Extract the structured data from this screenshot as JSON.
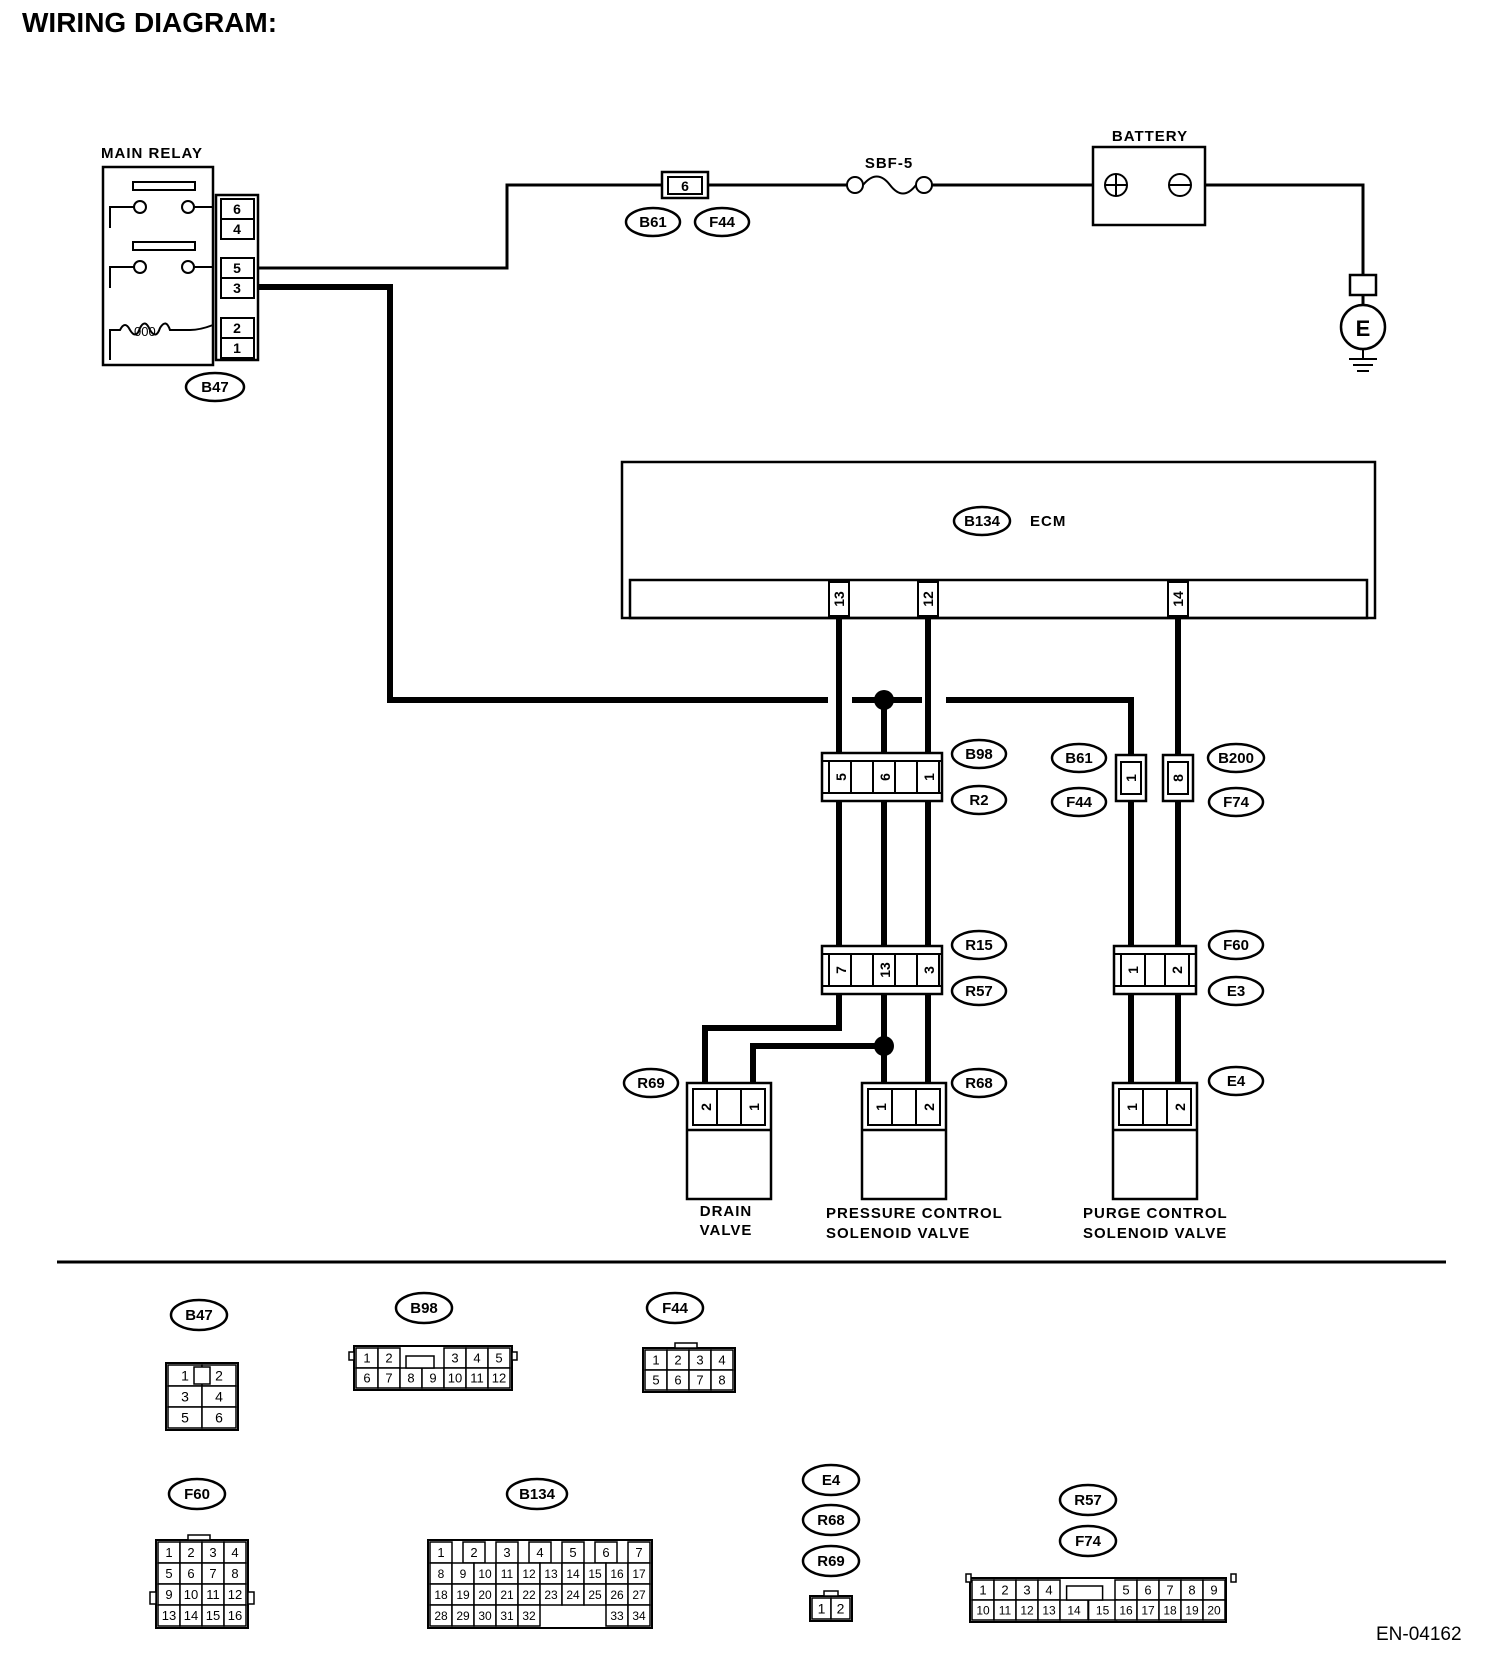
{
  "title": "WIRING DIAGRAM:",
  "components": {
    "main_relay": "MAIN RELAY",
    "battery": "BATTERY",
    "fuse": "SBF-5",
    "ecm": "ECM",
    "ground": "E",
    "drain_valve": [
      "DRAIN",
      "VALVE"
    ],
    "pressure_valve": [
      "PRESSURE CONTROL",
      "SOLENOID VALVE"
    ],
    "purge_valve": [
      "PURGE CONTROL",
      "SOLENOID VALVE"
    ]
  },
  "connectors": {
    "b47": "B47",
    "b61": "B61",
    "f44": "F44",
    "b134": "B134",
    "b98": "B98",
    "r2": "R2",
    "b200": "B200",
    "f74": "F74",
    "r15": "R15",
    "r57": "R57",
    "f60": "F60",
    "e3": "E3",
    "r69": "R69",
    "r68": "R68",
    "e4": "E4"
  },
  "pins": {
    "relay": [
      "6",
      "4",
      "5",
      "3",
      "2",
      "1"
    ],
    "fuse_top": "6",
    "ecm": [
      "13",
      "12",
      "14"
    ],
    "b98": [
      "5",
      "6",
      "1"
    ],
    "b61_lower": "1",
    "b200": "8",
    "r15": [
      "7",
      "13",
      "3"
    ],
    "f60": [
      "1",
      "2"
    ],
    "r69": [
      "2",
      "1"
    ],
    "r68": [
      "1",
      "2"
    ],
    "e4": [
      "1",
      "2"
    ]
  },
  "legend": {
    "b47": {
      "code": "B47",
      "rows": [
        [
          "1",
          "2"
        ],
        [
          "3",
          "4"
        ],
        [
          "5",
          "6"
        ]
      ]
    },
    "b98": {
      "code": "B98",
      "top": [
        "1",
        "2",
        "3",
        "4",
        "5"
      ],
      "bottom": [
        "6",
        "7",
        "8",
        "9",
        "10",
        "11",
        "12"
      ]
    },
    "f44": {
      "code": "F44",
      "top": [
        "1",
        "2",
        "3",
        "4"
      ],
      "bottom": [
        "5",
        "6",
        "7",
        "8"
      ]
    },
    "f60": {
      "code": "F60",
      "rows": [
        [
          "1",
          "2",
          "3",
          "4"
        ],
        [
          "5",
          "6",
          "7",
          "8"
        ],
        [
          "9",
          "10",
          "11",
          "12"
        ],
        [
          "13",
          "14",
          "15",
          "16"
        ]
      ]
    },
    "b134": {
      "code": "B134",
      "row1": [
        "1",
        "2",
        "3",
        "4",
        "5",
        "6",
        "7"
      ],
      "row2": [
        "8",
        "9",
        "10",
        "11",
        "12",
        "13",
        "14",
        "15",
        "16",
        "17"
      ],
      "row3": [
        "18",
        "19",
        "20",
        "21",
        "22",
        "23",
        "24",
        "25",
        "26",
        "27"
      ],
      "row4": [
        "28",
        "29",
        "30",
        "31",
        "32",
        "33",
        "34"
      ]
    },
    "e4": {
      "codes": [
        "E4",
        "R68",
        "R69"
      ],
      "pins": [
        "1",
        "2"
      ]
    },
    "r57": {
      "codes": [
        "R57",
        "F74"
      ],
      "top": [
        "1",
        "2",
        "3",
        "4",
        "5",
        "6",
        "7",
        "8",
        "9"
      ],
      "bottom": [
        "10",
        "11",
        "12",
        "13",
        "14",
        "15",
        "16",
        "17",
        "18",
        "19",
        "20"
      ]
    }
  },
  "figure_code": "EN-04162"
}
